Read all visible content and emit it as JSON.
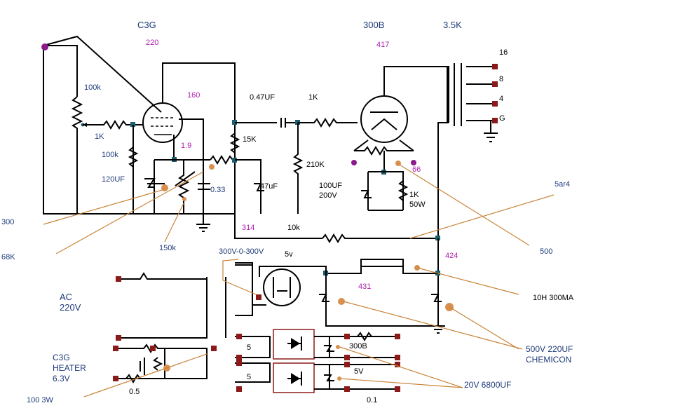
{
  "labels": {
    "tube1": "C3G",
    "tube2": "300B",
    "transformer": "3.5K",
    "v_tube1_top": "220",
    "v_tube2_top": "417",
    "v_plate1": "160",
    "v_cathode1": "1.9",
    "pot": "100k",
    "r_grid": "1K",
    "r_cath1": "100k",
    "c_cath1": "120UF",
    "c_coupling": "0.47UF",
    "r_grid2": "1K",
    "r_plate1": "15K",
    "c_dec": "47uF",
    "r_leak": "210K",
    "c_cath2": "100UF",
    "c_cath2_v": "200V",
    "r_cath2": "1K",
    "r_cath2_w": "50W",
    "v_cath2": "66",
    "r_150k": "150k",
    "c_033": "0.33",
    "v_314": "314",
    "r_10k": "10k",
    "v_424": "424",
    "v_431": "431",
    "tap16": "16",
    "tap8": "8",
    "tap4": "4",
    "tapG": "G",
    "note_300": "300",
    "note_68k": "68K",
    "note_5ar4": "5ar4",
    "note_500": "500",
    "ht_winding": "300V-0-300V",
    "rect_heater": "5v",
    "ac_line1": "AC",
    "ac_line2": "220V",
    "c3g_h1": "C3G",
    "c3g_h2": "HEATER",
    "c3g_h3": "6.3V",
    "note_100_3w": "100 3W",
    "r_05": "0.5",
    "choke": "10H 300MA",
    "chemicon1": "500V 220UF",
    "chemicon2": "CHEMICON",
    "sec1": "5",
    "sec2": "5",
    "label_300b": "300B",
    "label_5v": "5V",
    "r_01": "0.1",
    "cap_6800": "20V 6800UF"
  },
  "colors": {
    "wire": "#000000",
    "label_blue": "#1e3a78",
    "voltage_magenta": "#b01fb0",
    "terminal": "#8b1a1a",
    "junction": "#1a5f6e",
    "leader": "#c8853a"
  }
}
